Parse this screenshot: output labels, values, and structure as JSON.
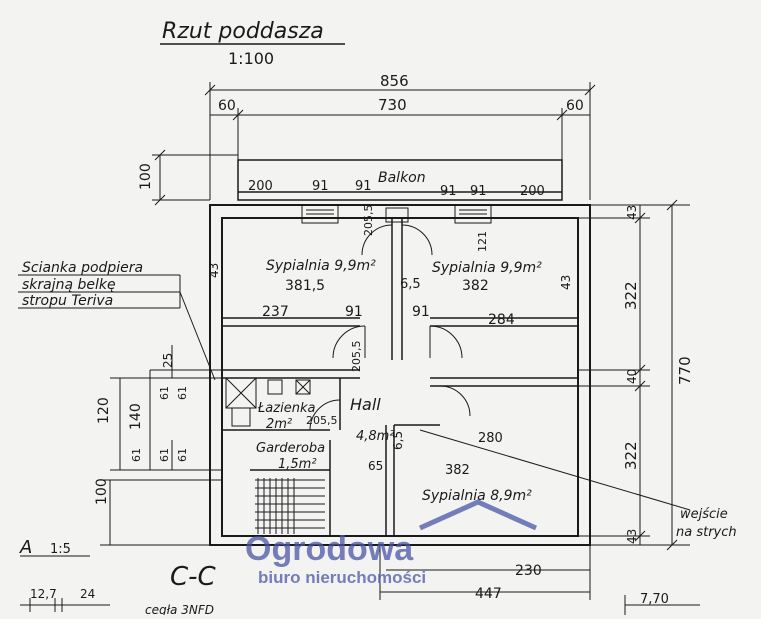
{
  "title": "Rzut poddasza",
  "scale": "1:100",
  "section_label": "C-C",
  "detail_label": "A",
  "detail_scale": "1:5",
  "bottom_note": "cegła 3NFD",
  "callout_lines": [
    "Scianka podpiera",
    "skrajną belkę",
    "stropu Teriva"
  ],
  "entry_note_lines": [
    "wejście",
    "na strych"
  ],
  "rooms": {
    "balcony": "Balkon",
    "bedroom_left": "Sypialnia 9,9m²",
    "bedroom_right": "Sypialnia 9,9m²",
    "bathroom_name": "Łazienka",
    "bathroom_area": "2m²",
    "hall": "Hall",
    "wardrobe_name": "Garderoba",
    "wardrobe_area": "1,5m²",
    "bedroom_bottom": "Sypialnia 8,9m²"
  },
  "dimensions": {
    "overall_width": "856",
    "left_overhang": "60",
    "inner_width": "730",
    "right_overhang": "60",
    "balcony_depth": "100",
    "top_200_left": "200",
    "top_91_a": "91",
    "top_91_b": "91",
    "top_91_c": "91",
    "top_91_d": "91",
    "top_200_right": "200",
    "left_room_width_small": "381,5",
    "right_room_width_small": "382",
    "wall_65": "6,5",
    "left_room_width": "237",
    "door_91_left": "91",
    "door_91_right": "91",
    "right_room_width": "284",
    "overall_height": "770",
    "right_322_top": "322",
    "right_40": "40",
    "right_322_bottom": "322",
    "right_43_top": "43",
    "right_43_mid": "43",
    "right_43_bottom": "43",
    "left_43": "43",
    "left_25": "25",
    "left_120": "120",
    "left_140": "140",
    "left_61_a": "61",
    "left_61_b": "61",
    "left_61_c": "61",
    "left_61_d": "61",
    "left_61_e": "61",
    "left_100": "100",
    "door_205_5_a": "205,5",
    "door_205_5_b": "205,5",
    "door_205_5_c": "205,5",
    "door_121": "121",
    "hall_48": "4,8m²",
    "val_280": "280",
    "val_382_bottom": "382",
    "val_65_bottom": "65",
    "val_65_side": "6,5",
    "val_230": "230",
    "val_447": "447",
    "val_12_7": "12,7",
    "val_24": "24",
    "val_7_70": "7,70"
  },
  "watermark": {
    "brand": "Ogrodowa",
    "subtitle": "biuro nieruchomości"
  },
  "colors": {
    "ink": "#1a1a1a",
    "paper": "#f3f3f1",
    "watermark": "#4a55a8"
  }
}
